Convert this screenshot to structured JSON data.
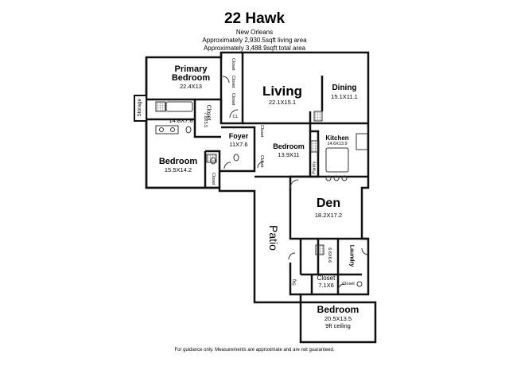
{
  "header": {
    "title": "22 Hawk",
    "city": "New Orleans",
    "living_area": "Approximately 2,930.5sqft living area",
    "total_area": "Approximately 3,488.9sqft total area"
  },
  "footer": {
    "disclaimer": "For guidance only. Measurements are approximate and are not guaranteed."
  },
  "rooms": {
    "primary_bedroom": {
      "name_line1": "Primary",
      "name_line2": "Bedroom",
      "dims": "22.4X13"
    },
    "primary_bath": {
      "dims": "14.8X7.8"
    },
    "primary_closet": {
      "name": "Closet",
      "dims": "7.8X5.5"
    },
    "storage": {
      "name": "Storage"
    },
    "living": {
      "name": "Living",
      "dims": "22.1X15.1"
    },
    "dining": {
      "name": "Dining",
      "dims": "15.1X11.1"
    },
    "foyer": {
      "name": "Foyer",
      "dims": "11X7.6"
    },
    "bedroom_mid": {
      "name": "Bedroom",
      "dims": "13.9X11"
    },
    "kitchen": {
      "name": "Kitchen",
      "dims": "14.6X13.9"
    },
    "bedroom_left": {
      "name": "Bedroom",
      "dims": "15.5X14.2"
    },
    "den": {
      "name": "Den",
      "dims": "18.2X17.2"
    },
    "patio": {
      "name": "Patio"
    },
    "bath_small": {
      "dims": "6.6X6.6"
    },
    "laundry": {
      "name": "Laundry"
    },
    "closet_lower": {
      "name": "Closet",
      "dims": "7.1X6"
    },
    "closet_small": {
      "name": "Closet"
    },
    "storage_small": {
      "name": "Stg"
    },
    "bedroom_bottom": {
      "name": "Bedroom",
      "dims": "20.5X13.5",
      "note": "9ft ceiling"
    }
  },
  "small_labels": {
    "closet": "Closet",
    "cl": "CL",
    "pantry": "Pantry"
  }
}
